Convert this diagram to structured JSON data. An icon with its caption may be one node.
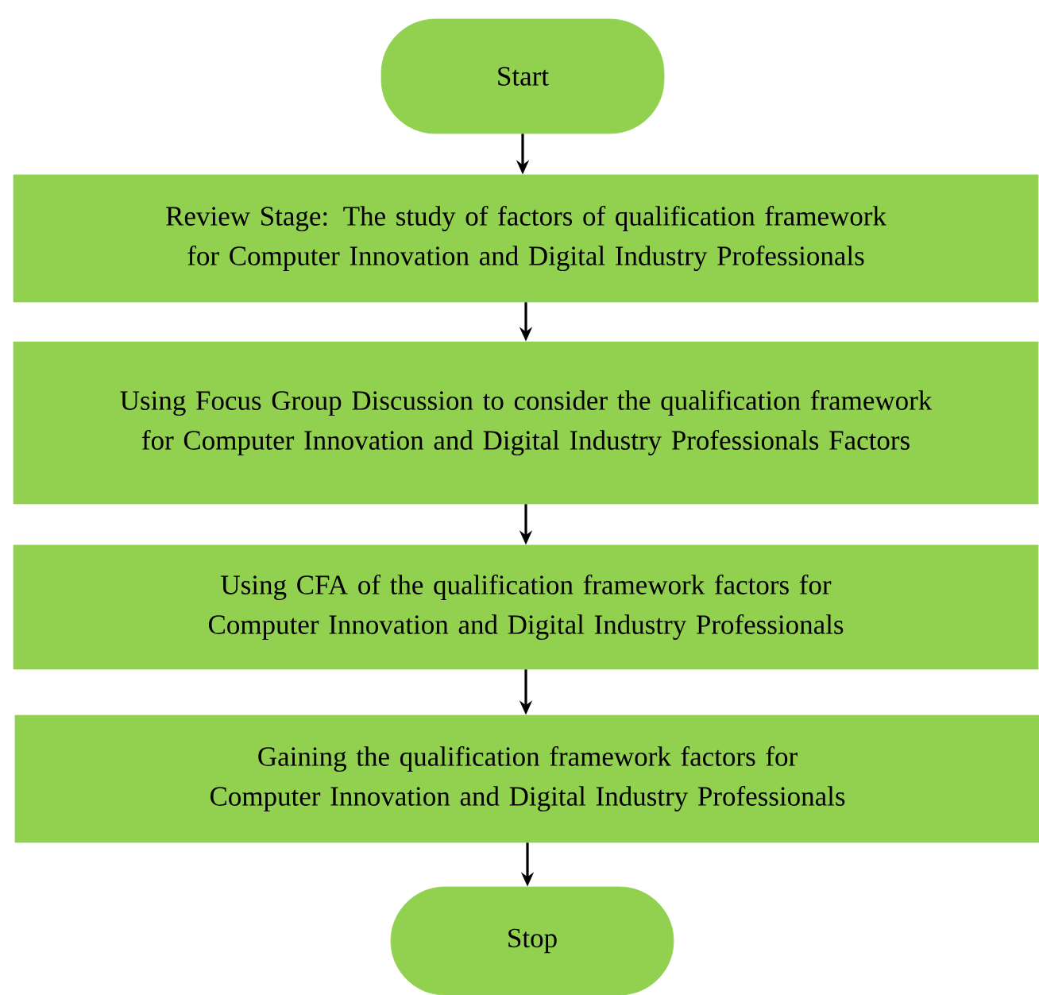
{
  "diagram": {
    "nodes": [
      {
        "text": [
          "Start"
        ]
      },
      {
        "text": [
          "Review Stage: The study of factors of qualification framework for Computer Innovation and Digital Industry Professionals"
        ]
      },
      {
        "text": [
          "Using Focus Group Discussion to consider the qualification framework for Computer Innovation and Digital Industry Professionals Factors"
        ]
      },
      {
        "text": [
          "Using CFA of the qualification framework factors for Computer Innovation and Digital Industry Professionals"
        ]
      },
      {
        "text": [
          "Gaining the qualification framework factors for Computer Innovation and Digital Industry Professionals"
        ]
      },
      {
        "text": [
          "Stop"
        ]
      }
    ],
    "edges": [
      {
        "from": 0,
        "to": 1,
        "arrow": "to"
      },
      {
        "from": 1,
        "to": 2,
        "arrow": "to"
      },
      {
        "from": 2,
        "to": 3,
        "arrow": "to"
      },
      {
        "from": 3,
        "to": 4,
        "arrow": "to"
      },
      {
        "from": 4,
        "to": 5,
        "arrow": "to"
      }
    ]
  }
}
